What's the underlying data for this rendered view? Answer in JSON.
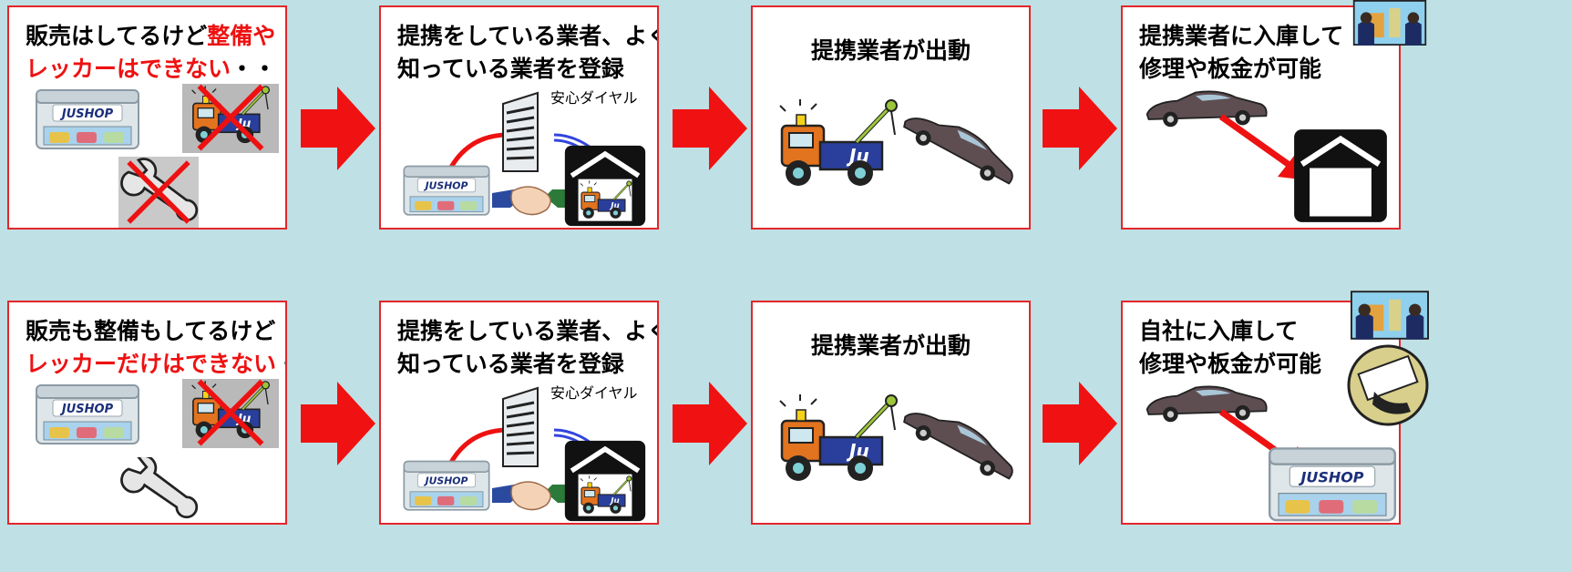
{
  "rows": [
    {
      "panels": [
        {
          "line1_black": "販売はしてるけど",
          "line1_red": "整備や",
          "line2_red": "レッカーはできない",
          "line2_black": "・・"
        },
        {
          "line1": "提携をしている業者、よく",
          "line2": "知っている業者を登録",
          "dial": "安心ダイヤル"
        },
        {
          "text": "提携業者が出動"
        },
        {
          "line1": "提携業者に入庫して",
          "line2": "修理や板金が可能"
        }
      ]
    },
    {
      "panels": [
        {
          "line1_black": "販売も整備もしてるけど",
          "line1_red": "",
          "line2_red": "レッカーだけはできない",
          "line2_black": "・・"
        },
        {
          "line1": "提携をしている業者、よく",
          "line2": "知っている業者を登録",
          "dial": "安心ダイヤル"
        },
        {
          "text": "提携業者が出動"
        },
        {
          "line1": "自社に入庫して",
          "line2": "修理や板金が可能"
        }
      ]
    }
  ],
  "shop_sign": "JUSHOP",
  "truck_logo": "Ju",
  "colors": {
    "background": "#bfe0e4",
    "frame": "#e3262a",
    "arrow": "#f01212",
    "red_text": "#ee1111"
  }
}
